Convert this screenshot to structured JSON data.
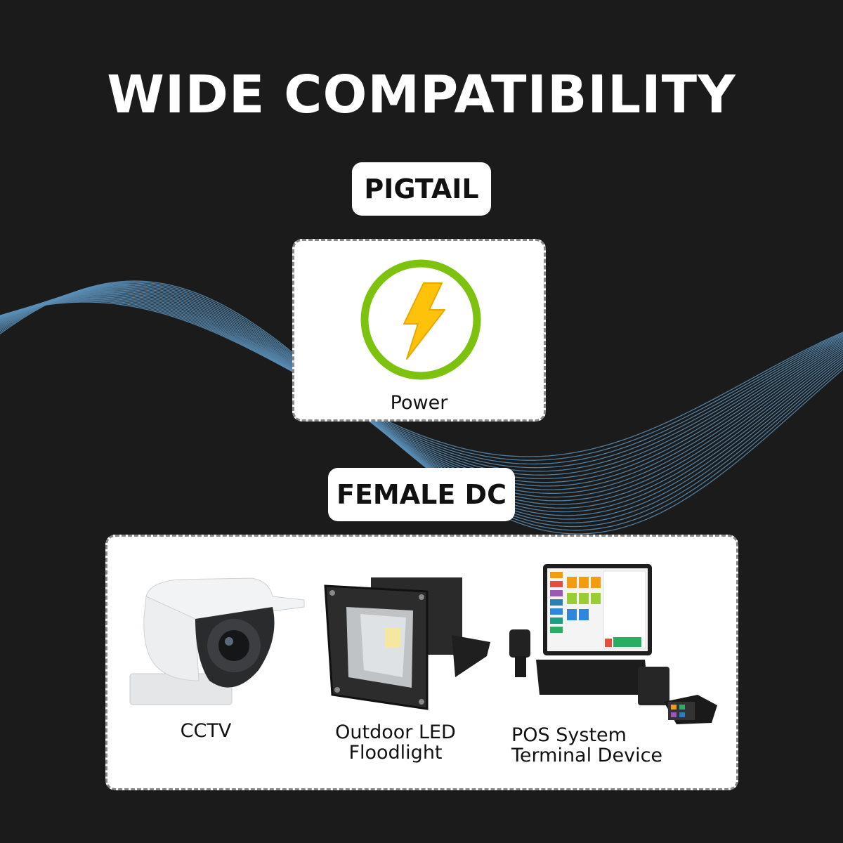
{
  "title": "WIDE COMPATIBILITY",
  "pigtail": {
    "badge": "PIGTAIL",
    "items": [
      {
        "label": "Power",
        "icon": "power-bolt-icon"
      }
    ]
  },
  "female_dc": {
    "badge": "FEMALE DC",
    "items": [
      {
        "label": "CCTV",
        "icon": "cctv-camera-icon"
      },
      {
        "label_line1": "Outdoor LED",
        "label_line2": "Floodlight",
        "icon": "floodlight-icon"
      },
      {
        "label_line1": "POS System",
        "label_line2": "Terminal Device",
        "icon": "pos-terminal-icon"
      }
    ]
  },
  "colors": {
    "background": "#1b1b1b",
    "wave": "#5b8fb8",
    "ring": "#7dc20e",
    "bolt": "#ffc20a"
  }
}
